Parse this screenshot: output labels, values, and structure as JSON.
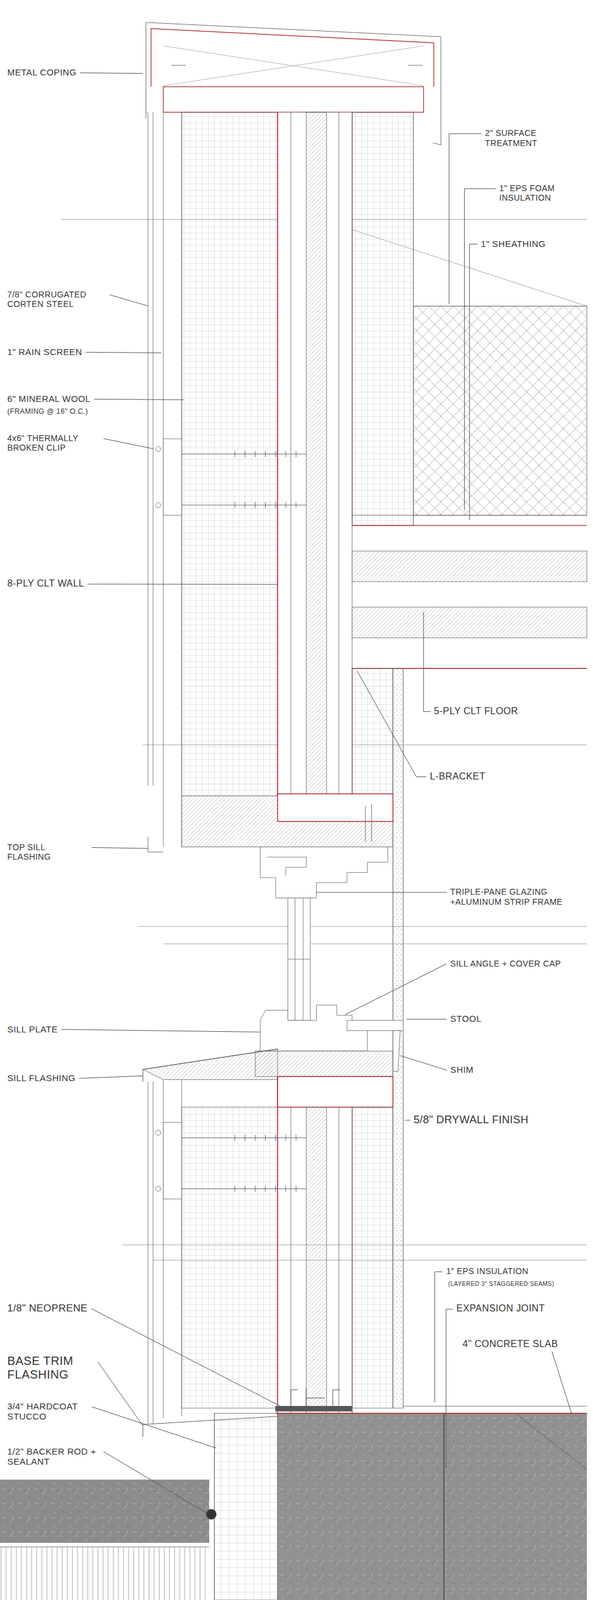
{
  "diagram": {
    "labels": [
      "METAL COPING",
      "2\" SURFACE TREATMENT",
      "1\" EPS FOAM INSULATION",
      "1\" SHEATHING",
      "7/8\" CORRUGATED CORTEN STEEL",
      "1\" RAIN SCREEN",
      "6\" MINERAL WOOL",
      "(FRAMING @ 16\" O.C.)",
      "4x6\" THERMALLY BROKEN CLIP",
      "8-PLY CLT WALL",
      "5-PLY CLT FLOOR",
      "L-BRACKET",
      "TOP SILL FLASHING",
      "TRIPLE-PANE GLAZING +ALUMINUM STRIP FRAME",
      "SILL ANGLE + COVER CAP",
      "STOOL",
      "SILL PLATE",
      "SHIM",
      "SILL FLASHING",
      "5/8\" DRYWALL FINISH",
      "1\" EPS INSULATION",
      "(LAYERED 3\" STAGGERED SEAMS)",
      "EXPANSION JOINT",
      "4\" CONCRETE SLAB",
      "1/8\" NEOPRENE",
      "BASE TRIM FLASHING",
      "3/4\" HARDCOAT STUCCO",
      "1/2\" BACKER ROD + SEALANT"
    ]
  }
}
